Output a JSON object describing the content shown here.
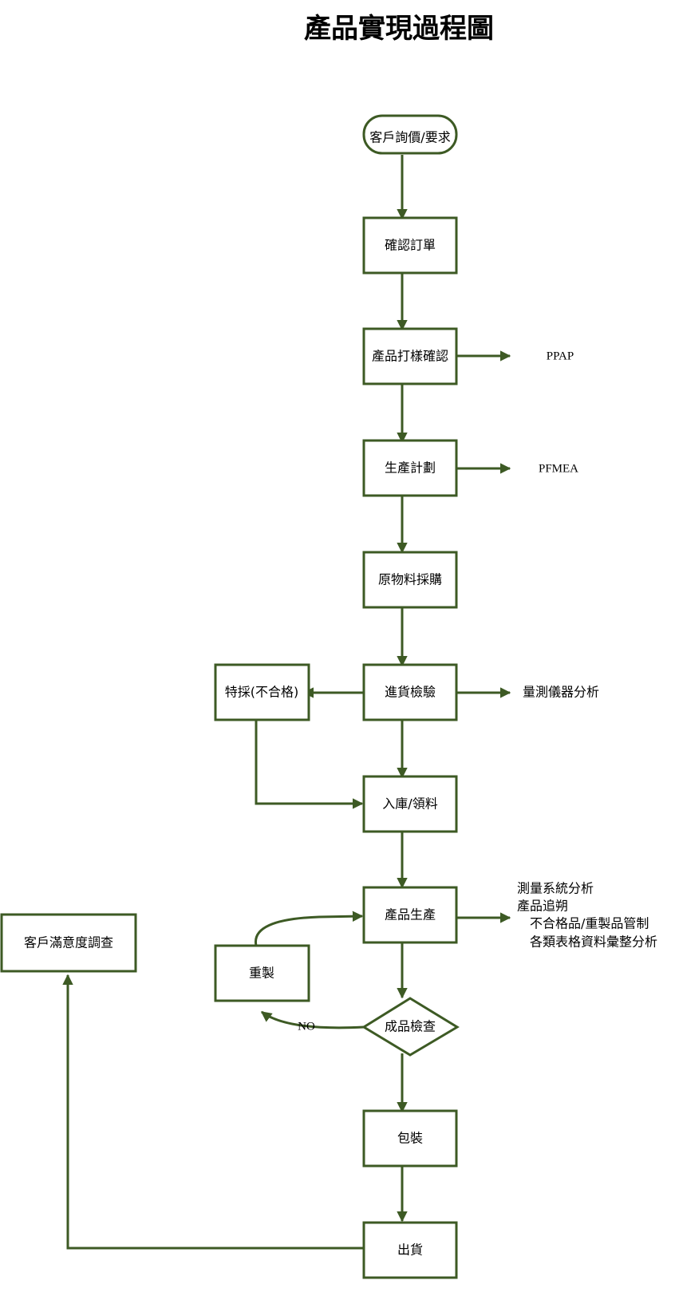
{
  "title": "產品實現過程圖",
  "colors": {
    "stroke": "#3d5a24",
    "fill": "#ffffff",
    "text": "#000000"
  },
  "nodes": {
    "start": "客戶詢價/要求",
    "confirm_order": "確認訂單",
    "sample_confirm": "產品打樣確認",
    "production_plan": "生產計劃",
    "material_purchase": "原物料採購",
    "incoming_inspection": "進貨檢驗",
    "special_accept": "特採(不合格)",
    "warehouse": "入庫/領料",
    "production": "產品生產",
    "rework": "重製",
    "final_inspection": "成品檢查",
    "packing": "包裝",
    "shipping": "出貨",
    "satisfaction_survey": "客戶滿意度調查"
  },
  "annotations": {
    "ppap": "PPAP",
    "pfmea": "PFMEA",
    "msa": "量測儀器分析",
    "production_notes": [
      "測量系統分析",
      "產品追朔",
      "不合格品/重製品管制",
      "各類表格資料彙整分析"
    ]
  },
  "edge_labels": {
    "no": "NO"
  }
}
